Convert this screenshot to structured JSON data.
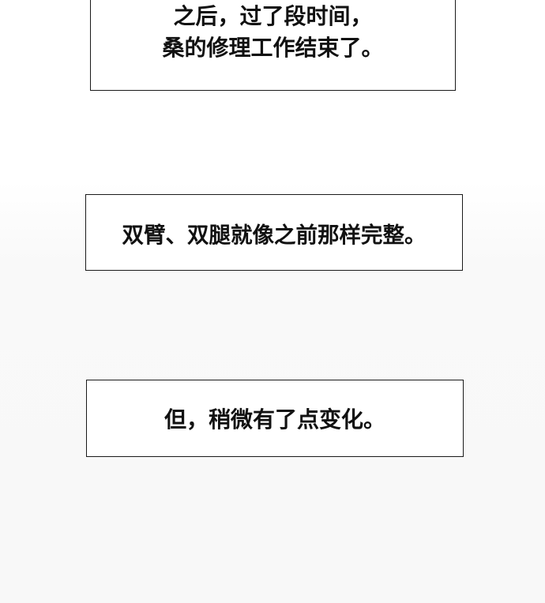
{
  "captions": [
    {
      "lines": [
        "之后，过了段时间，",
        "桑的修理工作结束了。"
      ]
    },
    {
      "lines": [
        "双臂、双腿就像之前那样完整。"
      ]
    },
    {
      "lines": [
        "但，稍微有了点变化。"
      ]
    }
  ]
}
